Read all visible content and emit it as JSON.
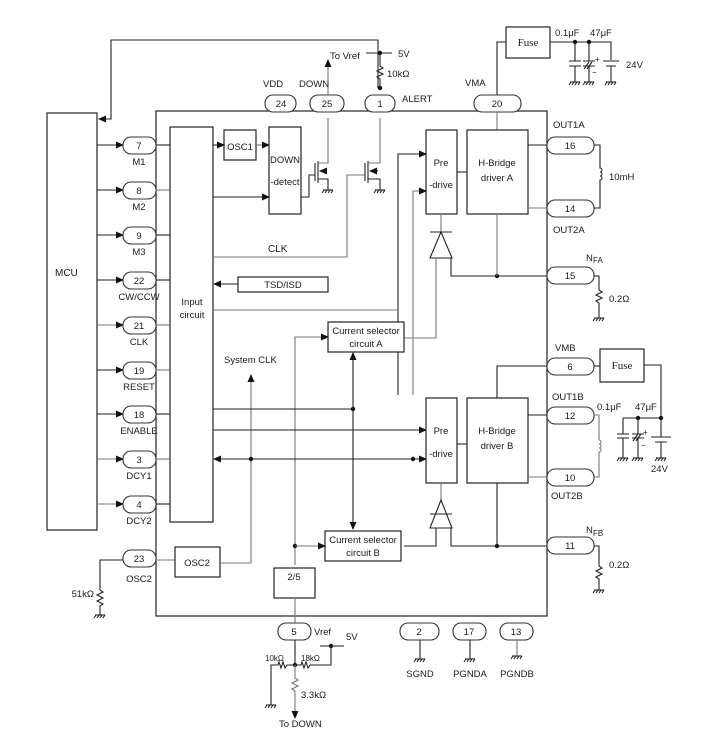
{
  "title": "Stepping motor driver IC application block diagram",
  "blocks": {
    "mcu": "MCU",
    "input_circuit": [
      "Input",
      "circuit"
    ],
    "osc1": "OSC1",
    "down_detect": [
      "DOWN",
      "-detect"
    ],
    "tsd_isd": "TSD/ISD",
    "predrive_a": [
      "Pre",
      "-drive"
    ],
    "predrive_b": [
      "Pre",
      "-drive"
    ],
    "hbridge_a": [
      "H-Bridge",
      "driver A"
    ],
    "hbridge_b": [
      "H-Bridge",
      "driver B"
    ],
    "current_sel_a": [
      "Current selector",
      "circuit A"
    ],
    "current_sel_b": [
      "Current selector",
      "circuit B"
    ],
    "osc2": "OSC2",
    "divider": "2/5",
    "fuse_a": "Fuse",
    "fuse_b": "Fuse"
  },
  "signals": {
    "clk": "CLK",
    "system_clk": "System CLK",
    "to_vref": "To Vref",
    "to_down": "To DOWN"
  },
  "left_pins": [
    {
      "num": "7",
      "label": "M1"
    },
    {
      "num": "8",
      "label": "M2"
    },
    {
      "num": "9",
      "label": "M3"
    },
    {
      "num": "22",
      "label": "CW/CCW"
    },
    {
      "num": "21",
      "label": "CLK"
    },
    {
      "num": "19",
      "label": "RESET"
    },
    {
      "num": "18",
      "label": "ENABLE"
    },
    {
      "num": "3",
      "label": "DCY1"
    },
    {
      "num": "4",
      "label": "DCY2"
    },
    {
      "num": "23",
      "label": "OSC2"
    }
  ],
  "top_pins": [
    {
      "num": "24",
      "label": "VDD"
    },
    {
      "num": "25",
      "label": "DOWN"
    },
    {
      "num": "1",
      "label": "ALERT"
    },
    {
      "num": "20",
      "label": "VMA"
    }
  ],
  "right_pins": [
    {
      "num": "16",
      "label": "OUT1A"
    },
    {
      "num": "14",
      "label": "OUT2A"
    },
    {
      "num": "15",
      "label": "N",
      "sub": "FA"
    },
    {
      "num": "6",
      "label": "VMB"
    },
    {
      "num": "12",
      "label": "OUT1B"
    },
    {
      "num": "10",
      "label": "OUT2B"
    },
    {
      "num": "11",
      "label": "N",
      "sub": "FB"
    }
  ],
  "bottom_pins": [
    {
      "num": "5",
      "label": "Vref"
    },
    {
      "num": "2",
      "label": "SGND"
    },
    {
      "num": "17",
      "label": "PGNDA"
    },
    {
      "num": "13",
      "label": "PGNDB"
    }
  ],
  "components": {
    "pullup_5v": "5V",
    "pullup_r": "10kΩ",
    "cap_a_small": "0.1μF",
    "cap_a_big": "47μF",
    "supply_a": "24V",
    "inductor_a": "10mH",
    "sense_r_a": "0.2Ω",
    "cap_b_small": "0.1μF",
    "cap_b_big": "47μF",
    "supply_b": "24V",
    "sense_r_b": "0.2Ω",
    "osc_r": "51kΩ",
    "vref_5v": "5V",
    "vref_r1": "10kΩ",
    "vref_r2": "18kΩ",
    "vref_r3": "3.3kΩ"
  }
}
